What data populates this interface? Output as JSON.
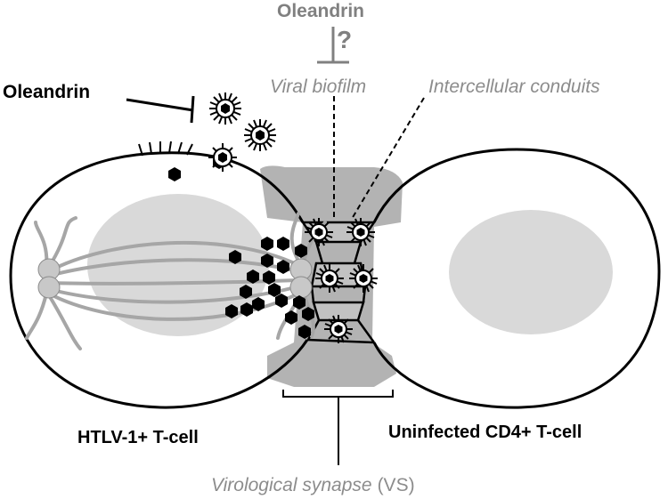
{
  "labels": {
    "top_inhibitor": "Oleandrin",
    "question_mark": "?",
    "left_inhibitor": "Oleandrin",
    "viral_biofilm": "Viral biofilm",
    "intercellular_conduits": "Intercellular conduits",
    "infected_cell": "HTLV-1+ T-cell",
    "uninfected_cell": "Uninfected CD4+ T-cell",
    "synapse_italic": "Virological synapse",
    "synapse_abbrev": "(VS)"
  },
  "colors": {
    "outline": "#000000",
    "nucleus": "#d9d9d9",
    "synapse_region": "#b3b3b3",
    "spindle": "#a6a6a6",
    "centrosome": "#c8c8c8",
    "annotation_gray": "#8c8c8c"
  }
}
